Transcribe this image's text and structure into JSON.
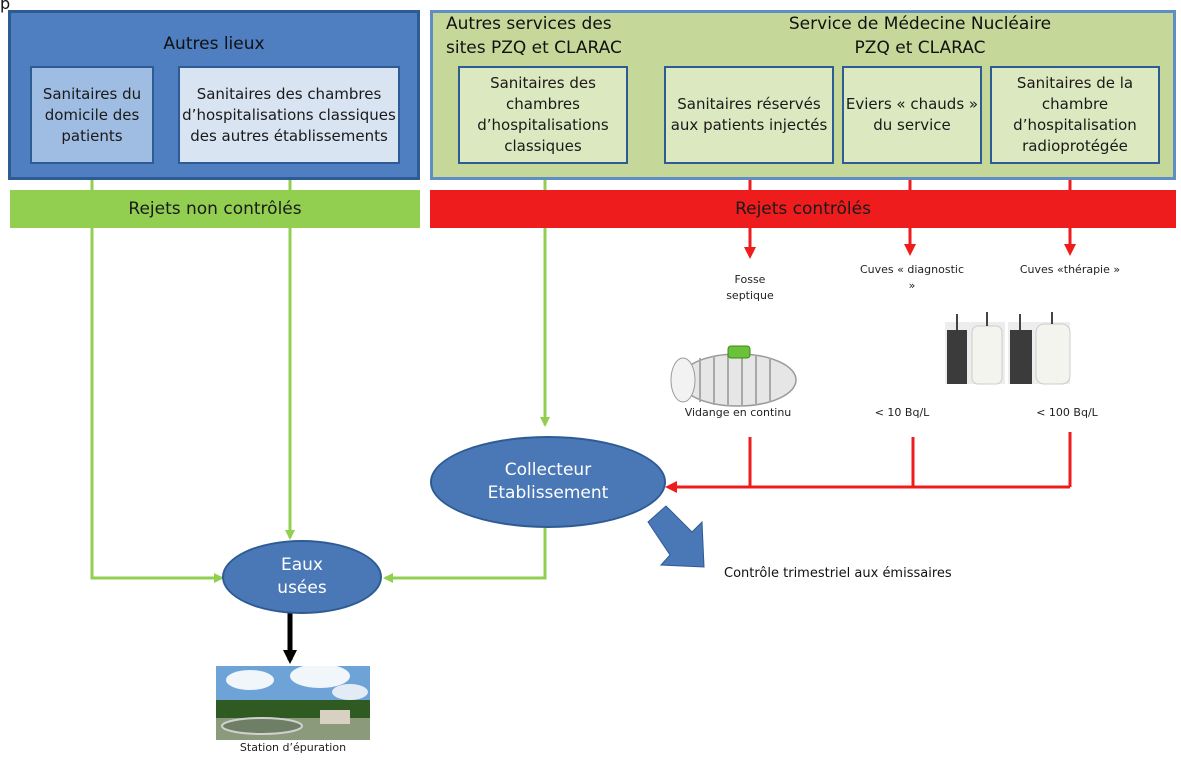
{
  "corner_mark": "p",
  "autres_lieux": {
    "title": "Autres lieux",
    "box1": "Sanitaires du domicile des patients",
    "box2": "Sanitaires des chambres d’hospitalisations classiques des autres établissements"
  },
  "services_panel": {
    "title_left": "Autres services des sites PZQ et CLARAC",
    "title_right": "Service de Médecine Nucléaire PZQ et CLARAC",
    "box_classiques": "Sanitaires des chambres d’hospitalisations classiques",
    "box_injectes": "Sanitaires réservés aux patients injectés",
    "box_eviers": "Eviers « chauds » du service",
    "box_radioprotegee": "Sanitaires de la chambre d’hospitalisation radioprotégée"
  },
  "bars": {
    "non_controles": "Rejets non contrôlés",
    "controles": "Rejets contrôlés"
  },
  "destinations": {
    "fosse": "Fosse septique",
    "cuves_diag": "Cuves « diagnostic »",
    "cuves_thera": "Cuves «thérapie »",
    "vidange": "Vidange en continu",
    "limit_diag": "< 10 Bq/L",
    "limit_thera": "< 100 Bq/L"
  },
  "collecteur": "Collecteur Etablissement",
  "eaux_usees": "Eaux usées",
  "controle": "Contrôle trimestriel aux émissaires",
  "station": "Station d’épuration",
  "colors": {
    "blue_panel": "#4f7fc0",
    "green_panel": "#c5d89a",
    "green_flow": "#92cf50",
    "red_flow": "#ee1c1c",
    "ellipse": "#4a78b7",
    "black_arrow": "#000000"
  }
}
